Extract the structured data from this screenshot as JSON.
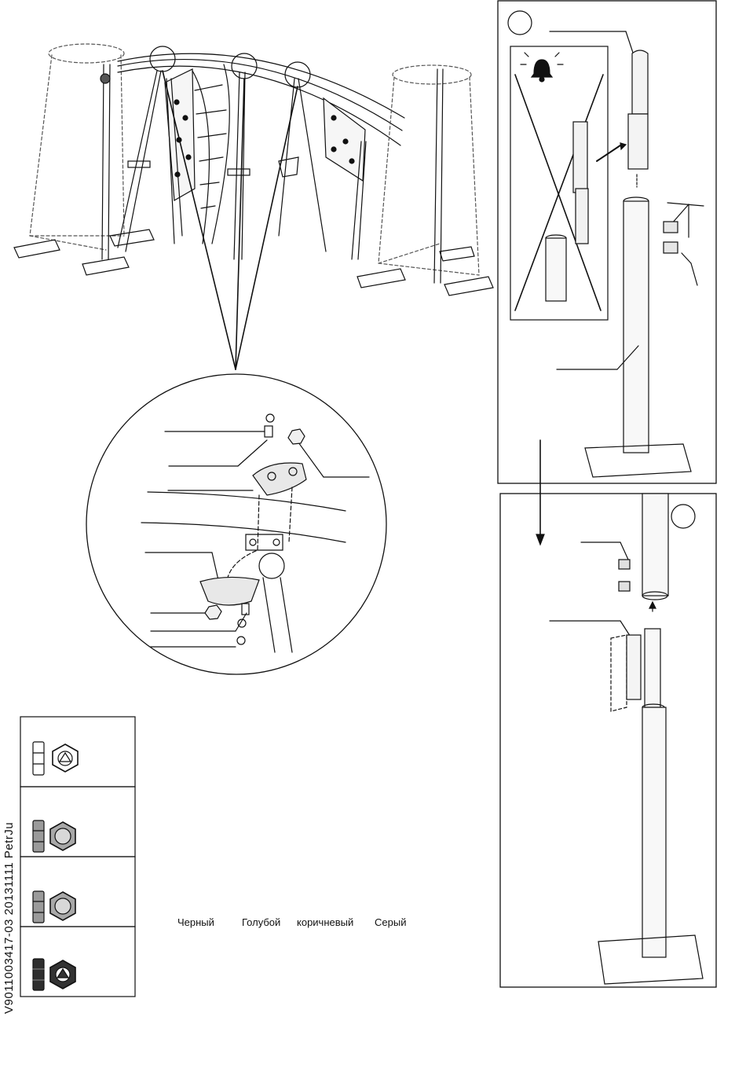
{
  "document": {
    "code": "V9011003417-03  20131111  PetrJu"
  },
  "color_legend": {
    "labels": [
      "Черный",
      "Голубой",
      "коричневый",
      "Серый"
    ]
  },
  "icons": {
    "warning": "bell-warning-icon",
    "nut_types": [
      "hex-nut-white-icon",
      "hex-nut-gray-icon",
      "hex-nut-gray-icon",
      "hex-nut-black-icon"
    ]
  },
  "colors": {
    "line": "#111111",
    "nut_gray": "#a0a0a0",
    "nut_black": "#333333"
  }
}
